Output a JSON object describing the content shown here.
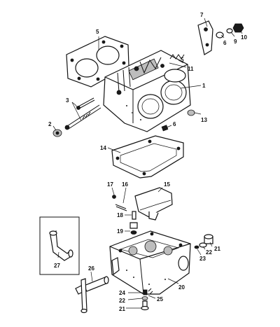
{
  "callouts": {
    "c1": "1",
    "c2": "2",
    "c3": "3",
    "c5a": "5",
    "c5b": "5",
    "c6a": "6",
    "c6b": "6",
    "c7": "7",
    "c9": "9",
    "c10": "10",
    "c11": "11",
    "c13": "13",
    "c14": "14",
    "c15": "15",
    "c16": "16",
    "c17": "17",
    "c18": "18",
    "c19": "19",
    "c20": "20",
    "c21a": "21",
    "c21b": "21",
    "c22a": "22",
    "c22b": "22",
    "c23": "23",
    "c24": "24",
    "c25": "25",
    "c26": "26",
    "c27": "27"
  }
}
